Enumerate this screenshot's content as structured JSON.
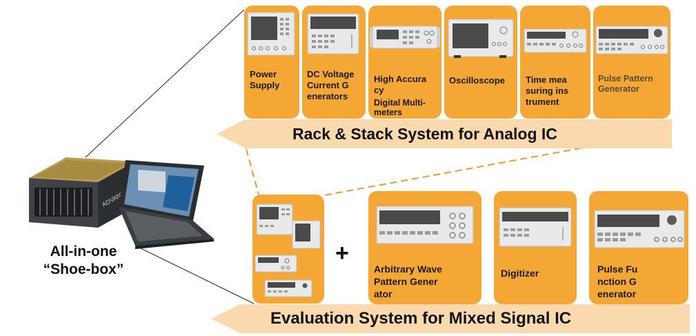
{
  "colors": {
    "card": "#F5A735",
    "banner": "#FBD9AE",
    "instrument_body": "#E9E9E9",
    "instrument_screen": "#4A4A4A",
    "dashed_line": "#E89A2F"
  },
  "left_unit": {
    "caption_line1": "All-in-one",
    "caption_line2": "“Shoe-box”",
    "icons": [
      "shoebox-tester-icon",
      "laptop-icon"
    ]
  },
  "rack_stack": {
    "banner_label": "Rack & Stack System for Analog IC",
    "instruments": [
      {
        "icon": "power-supply-icon",
        "label_lines": [
          "Power",
          "Supply"
        ]
      },
      {
        "icon": "dc-voltage-current-generator-icon",
        "label_lines": [
          "DC Voltage",
          "Current G",
          "enerators"
        ]
      },
      {
        "icon": "digital-multimeter-icon",
        "label_lines": [
          "High Accura",
          "cy",
          "Digital Multi-",
          "meters"
        ]
      },
      {
        "icon": "oscilloscope-icon",
        "label_lines": [
          "Oscilloscope"
        ]
      },
      {
        "icon": "time-measuring-instrument-icon",
        "label_lines": [
          "Time mea",
          "suring ins",
          "trument"
        ]
      },
      {
        "icon": "pulse-pattern-generator-icon",
        "label_lines": [
          "Pulse Pattern",
          "Generator"
        ]
      }
    ]
  },
  "evaluation": {
    "banner_label": "Evaluation System for Mixed Signal IC",
    "plus_sign": "+",
    "instruments": [
      {
        "icon": "instrument-stack-icon",
        "label_lines": []
      },
      {
        "icon": "arbitrary-wave-generator-icon",
        "label_lines": [
          "Arbitrary Wave",
          "Pattern Gener",
          "ator"
        ]
      },
      {
        "icon": "digitizer-icon",
        "label_lines": [
          "Digitizer"
        ]
      },
      {
        "icon": "pulse-function-generator-icon",
        "label_lines": [
          "Pulse Fu",
          "nction G",
          "enerator"
        ]
      }
    ]
  }
}
